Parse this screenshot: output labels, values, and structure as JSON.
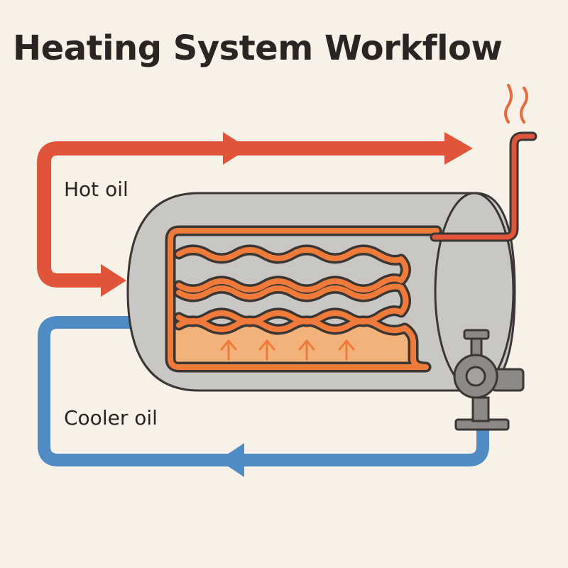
{
  "title": "Heating System Workflow",
  "labels": {
    "hot_oil": "Hot oil",
    "cooler_oil": "Cooler oil"
  },
  "icons": {
    "tank": "tank-icon",
    "heating_coil": "heating-coil-icon",
    "pump": "pump-icon",
    "steam": "steam-icon",
    "heat_arrows": "up-arrow-icon"
  },
  "colors": {
    "background": "#f7f1e7",
    "hot_pipe": "#e0553a",
    "cool_pipe": "#4f8cc5",
    "coil": "#ef7a3a",
    "tank": "#c9c7c4",
    "heated_liquid": "#f3b27a",
    "outline": "#3a3634",
    "pump": "#8d8987"
  }
}
